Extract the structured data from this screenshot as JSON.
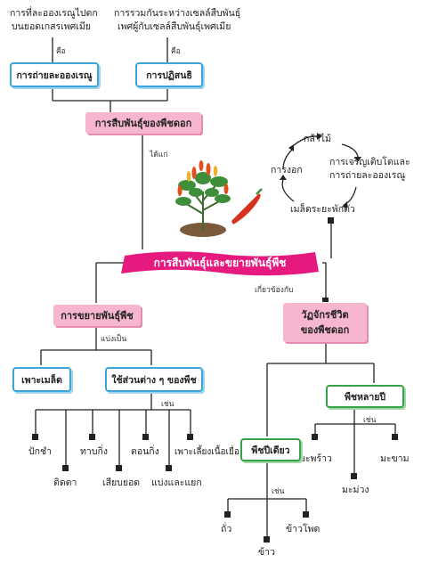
{
  "top": {
    "left_note": [
      "การที่ละอองเรณูไปตก",
      "บนยอดเกสรเพศเมีย"
    ],
    "right_note": [
      "การรวมกันระหว่างเซลล์สืบพันธุ์",
      "เพศผู้กับเซลล์สืบพันธุ์เพศเมีย"
    ],
    "is_left": "คือ",
    "is_right": "คือ",
    "pollination": "การถ่ายละอองเรณู",
    "fertilization": "การปฏิสนธิ",
    "flower_repro": "การสืบพันธุ์ของพืชดอก",
    "include": "ได้แก่"
  },
  "cycle": {
    "seedling": "กล้าไม้",
    "growth": [
      "การเจริญเติบโตและ",
      "การถ่ายละอองเรณู"
    ],
    "flowering": "การงอก",
    "seed": "เมล็ดระยะพักตัว"
  },
  "center": {
    "banner": "การสืบพันธุ์และขยายพันธุ์พืช",
    "related": "เกี่ยวข้องกับ"
  },
  "propagation": {
    "title": "การขยายพันธุ์พืช",
    "divided": "แบ่งเป็น",
    "seed_method": "เพาะเมล็ด",
    "part_method": "ใช้ส่วนต่าง ๆ ของพืช",
    "examples": "เช่น",
    "methods_top": [
      "ปักชำ",
      "ทาบกิ่ง",
      "ตอนกิ่ง",
      "เพาะเลี้ยงเนื้อเยื่อ"
    ],
    "methods_bottom": [
      "ติดตา",
      "เสียบยอด",
      "แบ่งและแยก"
    ]
  },
  "lifecycle": {
    "title": [
      "วัฏจักรชีวิต",
      "ของพืชดอก"
    ],
    "perennial": "พืชหลายปี",
    "perennial_eg": "เช่น",
    "perennial_items": [
      "มะพร้าว",
      "มะม่วง",
      "มะขาม"
    ],
    "annual": "พืชปีเดียว",
    "annual_eg": "เช่น",
    "annual_items": [
      "ถั่ว",
      "ข้าว",
      "ข้าวโพด"
    ]
  },
  "colors": {
    "banner": "#e6197e",
    "pink_box": "#f7b6cf",
    "blue_border": "#3aa6d9",
    "green_border": "#38a24a"
  }
}
